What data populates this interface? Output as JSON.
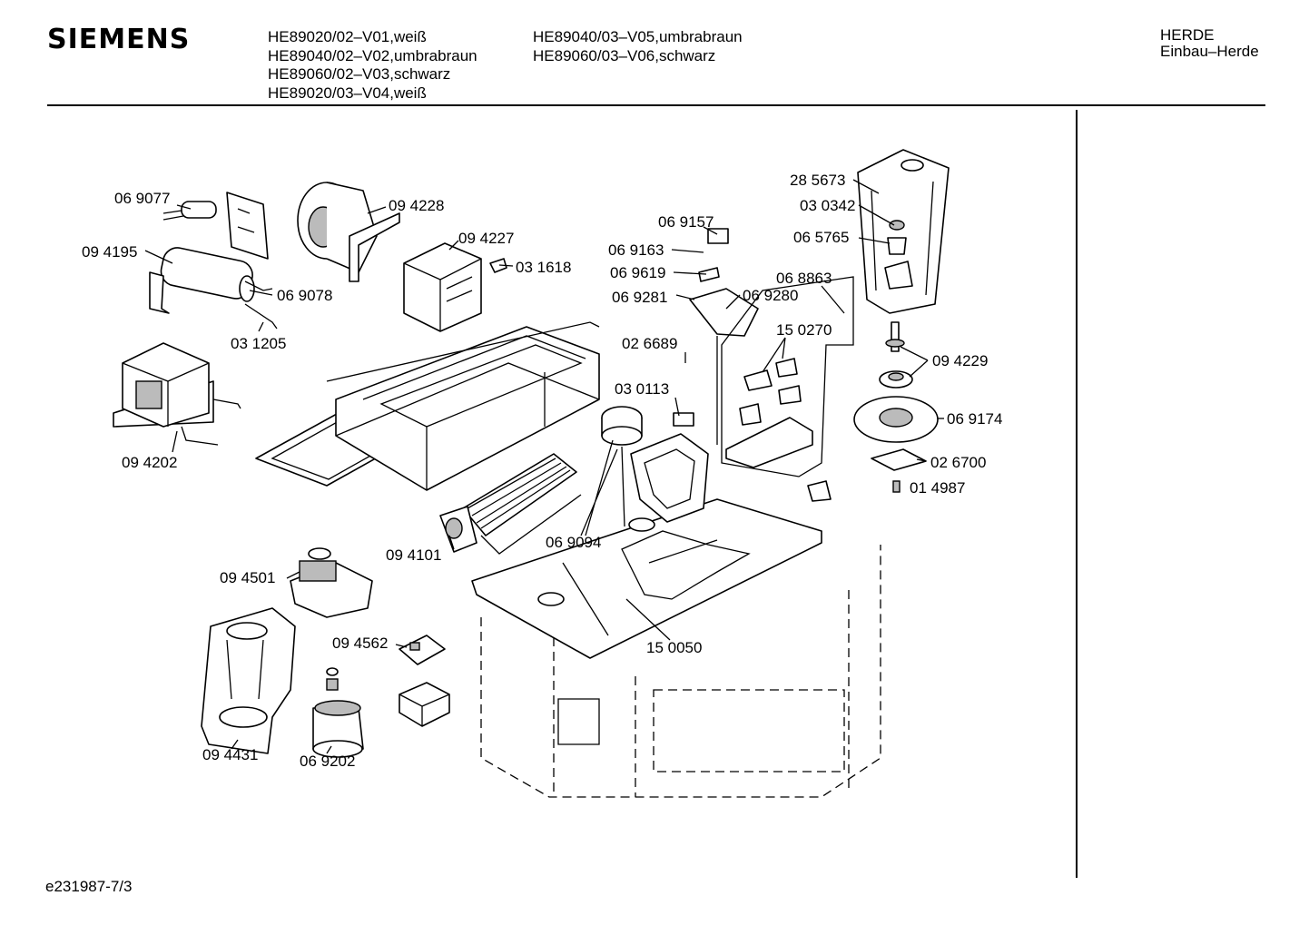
{
  "header": {
    "brand": "SIEMENS",
    "models_col1": [
      "HE89020/02–V01,weiß",
      "HE89040/02–V02,umbrabraun",
      "HE89060/02–V03,schwarz",
      "HE89020/03–V04,weiß"
    ],
    "models_col2": [
      "HE89040/03–V05,umbrabraun",
      "HE89060/03–V06,schwarz"
    ],
    "category": "HERDE",
    "subcategory": "Einbau–Herde"
  },
  "parts": [
    {
      "id": "p1",
      "number": "06 9077"
    },
    {
      "id": "p2",
      "number": "09 4195"
    },
    {
      "id": "p3",
      "number": "06 9078"
    },
    {
      "id": "p4",
      "number": "03 1205"
    },
    {
      "id": "p5",
      "number": "09 4228"
    },
    {
      "id": "p6",
      "number": "09 4227"
    },
    {
      "id": "p7",
      "number": "03 1618"
    },
    {
      "id": "p8",
      "number": "09 4202"
    },
    {
      "id": "p9",
      "number": "06 9157"
    },
    {
      "id": "p10",
      "number": "06 9163"
    },
    {
      "id": "p11",
      "number": "06 9619"
    },
    {
      "id": "p12",
      "number": "06 9281"
    },
    {
      "id": "p13",
      "number": "06 9280"
    },
    {
      "id": "p14",
      "number": "06 8863"
    },
    {
      "id": "p15",
      "number": "15 0270"
    },
    {
      "id": "p16",
      "number": "02 6689"
    },
    {
      "id": "p17",
      "number": "03 0113"
    },
    {
      "id": "p18",
      "number": "28 5673"
    },
    {
      "id": "p19",
      "number": "03 0342"
    },
    {
      "id": "p20",
      "number": "06 5765"
    },
    {
      "id": "p21",
      "number": "09 4229"
    },
    {
      "id": "p22",
      "number": "06 9174"
    },
    {
      "id": "p23",
      "number": "02 6700"
    },
    {
      "id": "p24",
      "number": "01 4987"
    },
    {
      "id": "p25",
      "number": "09 4101"
    },
    {
      "id": "p26",
      "number": "06 9094"
    },
    {
      "id": "p27",
      "number": "09 4501"
    },
    {
      "id": "p28",
      "number": "09 4562"
    },
    {
      "id": "p29",
      "number": "15 0050"
    },
    {
      "id": "p30",
      "number": "09 4431"
    },
    {
      "id": "p31",
      "number": "06 9202"
    }
  ],
  "footer": {
    "drawing_code": "e231987-7/3"
  }
}
